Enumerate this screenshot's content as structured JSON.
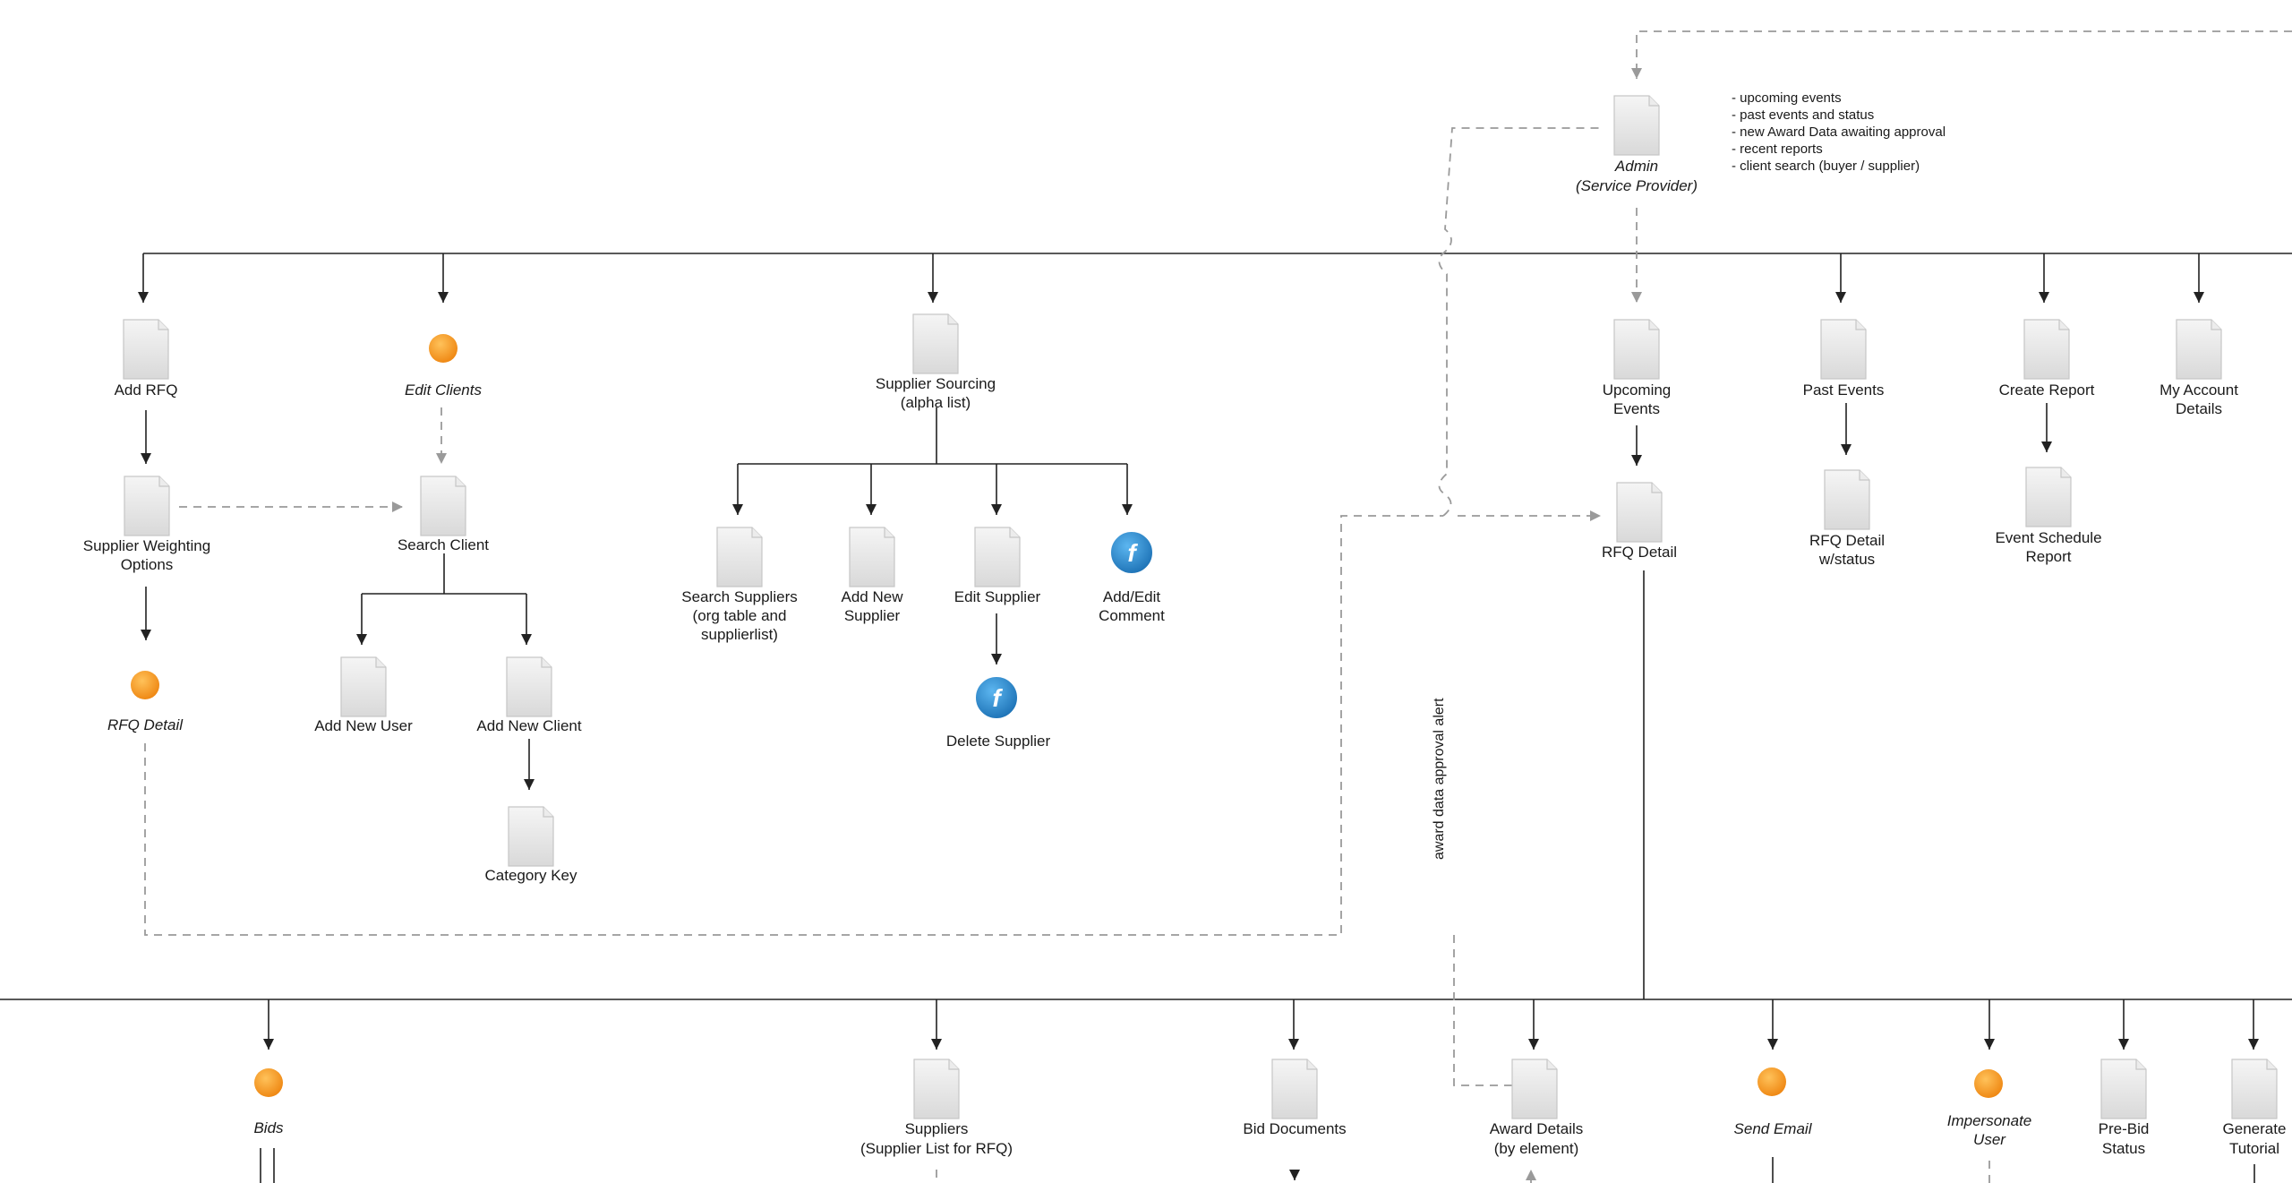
{
  "nodes": {
    "admin": {
      "line1": "Admin",
      "line2": "(Service Provider)"
    },
    "add_rfq": {
      "line1": "Add RFQ"
    },
    "edit_clients": {
      "line1": "Edit Clients"
    },
    "supplier_sourcing": {
      "line1": "Supplier Sourcing",
      "line2": "(alpha list)"
    },
    "upcoming_events": {
      "line1": "Upcoming",
      "line2": "Events"
    },
    "past_events": {
      "line1": "Past Events"
    },
    "create_report": {
      "line1": "Create Report"
    },
    "my_account": {
      "line1": "My Account",
      "line2": "Details"
    },
    "supplier_weighting": {
      "line1": "Supplier Weighting",
      "line2": "Options"
    },
    "search_client": {
      "line1": "Search Client"
    },
    "rfq_detail_top": {
      "line1": "RFQ Detail"
    },
    "rfq_detail_status": {
      "line1": "RFQ Detail",
      "line2": "w/status"
    },
    "event_schedule_report": {
      "line1": "Event Schedule",
      "line2": "Report"
    },
    "rfq_detail_left": {
      "line1": "RFQ Detail"
    },
    "search_suppliers": {
      "line1": "Search Suppliers",
      "line2": "(org table and",
      "line3": "supplierlist)"
    },
    "add_new_supplier": {
      "line1": "Add New",
      "line2": "Supplier"
    },
    "edit_supplier": {
      "line1": "Edit Supplier"
    },
    "add_edit_comment": {
      "line1": "Add/Edit",
      "line2": "Comment"
    },
    "delete_supplier": {
      "line1": "Delete Supplier"
    },
    "add_new_user": {
      "line1": "Add New User"
    },
    "add_new_client": {
      "line1": "Add New Client"
    },
    "category_key": {
      "line1": "Category Key"
    },
    "bids": {
      "line1": "Bids"
    },
    "suppliers": {
      "line1": "Suppliers",
      "line2": "(Supplier List for RFQ)"
    },
    "bid_documents": {
      "line1": "Bid Documents"
    },
    "award_details": {
      "line1": "Award Details",
      "line2": "(by element)"
    },
    "send_email": {
      "line1": "Send Email"
    },
    "impersonate_user": {
      "line1": "Impersonate",
      "line2": "User"
    },
    "pre_bid_status": {
      "line1": "Pre-Bid",
      "line2": "Status"
    },
    "generate_tutorial": {
      "line1": "Generate",
      "line2": "Tutorial"
    }
  },
  "admin_notes": [
    "- upcoming events",
    "- past events and status",
    "- new Award Data awaiting approval",
    "- recent reports",
    "- client search (buyer / supplier)"
  ],
  "award_alert_label": "award data approval alert",
  "function_glyph": "f",
  "icons": {
    "page": "page-icon",
    "action": "action-dot-icon",
    "function": "function-icon"
  },
  "colors": {
    "action_orange": "#f39a1e",
    "function_blue": "#2a86cc",
    "page_gray": "#e6e6e6",
    "dashed_gray": "#9a9a9a"
  }
}
